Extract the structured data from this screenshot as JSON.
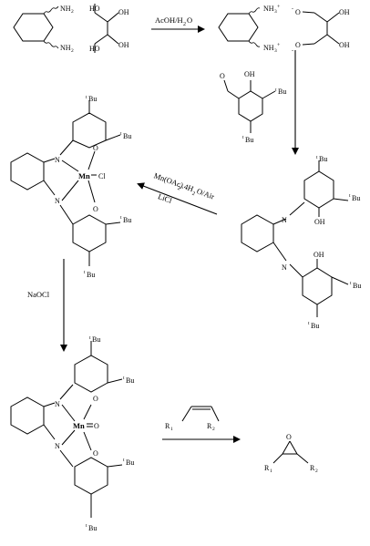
{
  "atoms": {
    "nh2": "NH",
    "two": "2",
    "nh3": "NH",
    "three": "3",
    "plus": "+",
    "o": "O",
    "oh": "HO",
    "oh2": "OH",
    "minus": "-",
    "n": "N",
    "mn": "Mn",
    "cl": "Cl",
    "t": "t",
    "bu": "Bu",
    "r1": "R",
    "r2": "R",
    "sub1": "1",
    "sub2": "2"
  },
  "reagents": {
    "step1": "AcOH/H",
    "step1_sub": "2",
    "step1_end": "O",
    "step3a": "Mn(OAc)",
    "step3a_sub": "2",
    "step3a_mid": ".4H",
    "step3a_sub2": "2",
    "step3a_end": "O/Air",
    "step3b": "LiCl",
    "step4": "NaOCl"
  },
  "colors": {
    "ink": "#000000",
    "background": "#ffffff"
  }
}
